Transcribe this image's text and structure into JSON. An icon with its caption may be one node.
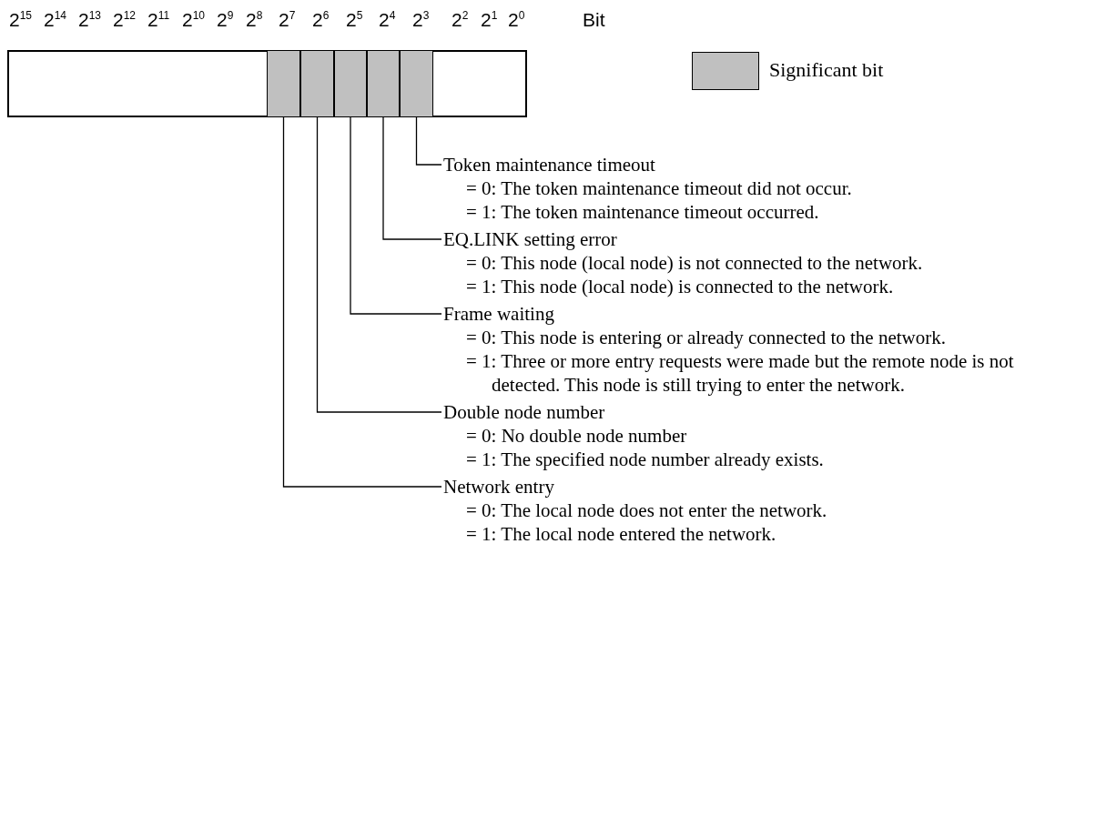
{
  "diagram": {
    "nodes": [
      {
        "text": [],
        "shape": "bar"
      },
      {
        "text": [],
        "shape": "box",
        "in": 0
      },
      {
        "text": [],
        "shape": "box",
        "in": 0
      },
      {
        "text": [],
        "shape": "box",
        "in": 0
      },
      {
        "text": [],
        "shape": "box",
        "in": 0
      },
      {
        "text": [],
        "shape": "box",
        "in": 0
      },
      {
        "text": [
          "Token maintenance timeout",
          "= 0: The token maintenance timeout did not occur.",
          "= 1: The token maintenance timeout occurred."
        ]
      },
      {
        "text": [
          "EQ.LINK setting error",
          "= 0: This node (local node) is not connected to the network.",
          "= 1: This node (local node) is connected to the network."
        ]
      },
      {
        "text": [
          "Frame waiting",
          "= 0: This node is entering or already connected to the network.",
          "= 1: Three or more entry requests were made but the remote node is not detected. This node is still trying to enter the network."
        ]
      },
      {
        "text": [
          "Double node number",
          "= 0: No double node number",
          "= 1: The specified node number already exists."
        ]
      },
      {
        "text": [
          "Network entry",
          "= 0: The local node does not enter the network.",
          "= 1: The local node entered the network."
        ]
      }
    ],
    "edges": [
      {
        "from": 6,
        "to": 5,
        "arrow": "none"
      },
      {
        "from": 7,
        "to": 4,
        "arrow": "none"
      },
      {
        "from": 8,
        "to": 3,
        "arrow": "none"
      },
      {
        "from": 9,
        "to": 2,
        "arrow": "none"
      },
      {
        "from": 10,
        "to": 1,
        "arrow": "none"
      }
    ],
    "labels": [
      "2$^{15}$",
      "2$^{14}$",
      "2$^{13}$",
      "2$^{12}$",
      "2$^{11}$",
      "2$^{10}$",
      "2$^{9}$",
      "2$^{8}$",
      "2$^{7}$",
      "2$^{6}$",
      "2$^{5}$",
      "2$^{4}$",
      "2$^{3}$",
      "2$^{2}$",
      "2$^{1}$",
      "2$^{0}$",
      "Bit"
    ],
    "legend": [
      {
        "text": "Significant bit",
        "color": "#c0c0c0"
      }
    ]
  }
}
